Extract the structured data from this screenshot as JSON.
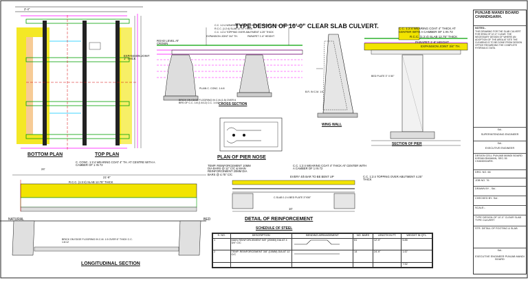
{
  "title": "TYPE DESIGN OF 10'-0\" CLEAR SLAB CULVERT.",
  "views": {
    "bottom_plan": "BOTTOM PLAN",
    "top_plan": "TOP PLAN",
    "cross_section": "CROSS SECTION",
    "wing_wall": "WING WALL",
    "section_of_pier": "SECTION OF PIER",
    "plan_of_pier_nose": "PLAN OF PIER NOSE",
    "detail_of_reinforcement": "DETAIL OF REINFORCEMENT",
    "longitudinal_section": "LONGITUDINAL SECTION",
    "schedule_of_steel": "SCHEDULE OF STEEL"
  },
  "notes": {
    "cross_top_1": "C.C. 1:2:4 WEARING COAT 4\" THICK AT CENTER WITH A CAMBER OF 1 IN 72",
    "cross_top_2": "R.C.C. (1:2:4) SLAB 12.75\" THICK",
    "cross_top_3": "C.C. 1:2:4 TOPPING OVER ABUTMENT 4.25\" THICK",
    "cross_top_4": "EXPANSION JOINT 3/4\" TH.",
    "cross_top_5": "PARAPET 1'-6\" HEIGHT",
    "road_level": "ROAD LEVEL AT CROWN",
    "expansion_joint": "EXPANSION JOINT 1\" THICK",
    "brick_floor": "BRICK ON EDGE FLOORING IN C.M.(1:5) OVER 6 BRS OF C.C. 1:8 (1:6:12) C.C. 1:4:8",
    "plain_cc": "PLAIN C. CONC. 1:4:8",
    "br_cm": "B.R. IN C.M. 1:5",
    "pier_1": "C.C. 1:2:4 WEARING COAT 4\" THICK AT CENTER WITH A CAMBER OF 1 IN 72",
    "pier_2": "R.C.C. (1:2:4) SLAB 12.75\" THICK",
    "pier_3": "PARAPET 1'-6\" HEIGHT",
    "pier_4": "EXPANSION JOINT 3/4\" TH.",
    "bed_plate": "BED PLATE 3\" X 50\"",
    "long_1": "C. CONC. 1:2:4 WEARING COAT 4\" TH. AT CENTRE WITH A CAMBER OF 1 IN 72",
    "long_2": "R.C.C. (1:2:4) SLAB 12.75\" THICK",
    "natural": "NATURAL",
    "bed": "BED",
    "brick_floor_long": "BRICK ON EDGE FLOORING IN C.M. 1:5 OVER 6\" THICK C.C. 1:8:12",
    "rf_1": "TEMP. REINFORCEMENT 10MM DIA BARS @ 11\" C/C & MAIN REINFORCEMENT 20MM DIA BARS @ 4.75\" C/C",
    "rf_2": "C.C. 1:2:4 WEARING COAT 4\" THICK AT CENTER WITH A CAMBER OF 1 IN 72",
    "rf_3": "EVERY 4th BAR TO BE BENT UP",
    "rf_4": "C.C. 1:2:4 TOPPING OVER ABUTMENT 4.25\" THICK",
    "rf_5": "C.SLAB 1:2:4 BED PLATE 3\"X50\"",
    "dim_24": "24'",
    "dim_10": "10'",
    "dim_21_9": "21'-9\"",
    "dim_2_4": "2'-4\""
  },
  "schedule": {
    "headers": [
      "S. NO.",
      "DESCRIPTION",
      "BENDING ARRANGEMENT",
      "NO. BARS",
      "LENGTH IN FT.",
      "WEIGHT IN QTL."
    ],
    "rows": [
      [
        "1",
        "MAIN REINFORCEMENT 5/8\" (20MM) DIA AT 4 3/4\" C/C",
        "",
        "61",
        "12'-9\"",
        "5.85"
      ],
      [
        "2",
        "TEMP. REINFORCEMENT 3/8\" (10MM) DIA AT 11\" C/C",
        "",
        "14",
        "24'-9\"",
        "1.67"
      ]
    ],
    "total": "7.52"
  },
  "title_block": {
    "org": "PUNJAB MANDI BOARD CHANDIGARH.",
    "notes_label": "NOTES:-",
    "notes_text": "THIS DRAWING FOR THE SLAB CULVERT FOR SPAN OF 10'-0\" CLEAR. THE NECESSARY DESIGN OF WHERE AN ADOPTION OF THE AREA AT SITE THE CLEARING IS TO BE DONE FROM DESIGN OFFICE REGARDING THE COMPLETE HYDRAULIC DATA.",
    "sd": "Sd/-",
    "superintending": "SUPERINTENDING ENGINEER",
    "sd2": "Sd/-",
    "executive": "EXECUTIVE ENGINEER",
    "design_cell": "DESIGN CELL PUNJAB MANDI BOARD KISSAN BHAWAN, SEC.35 CHANDIGARH.",
    "drg_no": "DRG. NO. 66",
    "job_no": "JOB NO. 76",
    "drawn_by": "DRAWN BY -        Sd/-",
    "checked_by": "CHECKED BY-       Sd/-",
    "scale": "SCALE:-",
    "type_design": "TYPE DESIGN OF 10'-0\" CLEAR SLAB TYPE CULVERT",
    "str": "STR. DETAIL OF FOOTING & SLAB",
    "exec_footer": "EXECUTIVE ENGINEER PUNJAB MANDI BOARD",
    "sd3": "Sd/-"
  },
  "colors": {
    "yellow": "#f2e400",
    "magenta": "#ff00ff",
    "green": "#00a000",
    "cyan": "#00c8ff",
    "red": "#d40000",
    "line": "#111111"
  }
}
